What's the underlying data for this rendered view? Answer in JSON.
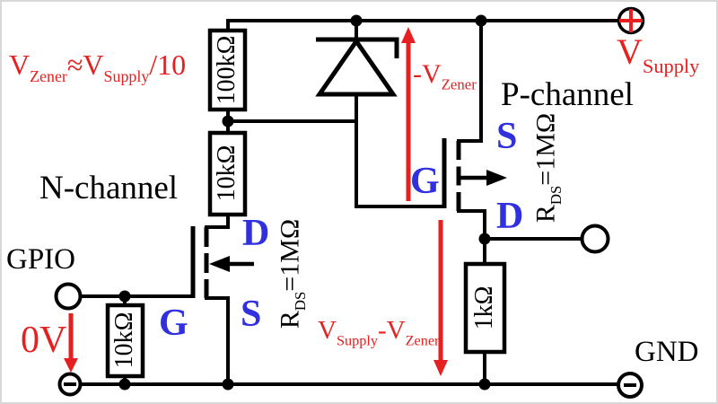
{
  "diagram": {
    "type": "circuit-schematic",
    "colors": {
      "wire": "#000000",
      "annotation_red": "#e62020",
      "pin_blue": "#3030df",
      "background": "#ffffff"
    },
    "labels": {
      "formula": {
        "v1": "V",
        "sub1": "Zener",
        "approx": "≈",
        "v2": "V",
        "sub2": "Supply",
        "denominator": "/10"
      },
      "n_channel": "N-channel",
      "p_channel": "P-channel",
      "gpio": "GPIO",
      "gnd": "GND",
      "zero_volts": "0V",
      "v_supply": {
        "main": "V",
        "sub": "Supply"
      },
      "neg_v_zener": {
        "main": "-V",
        "sub": "Zener"
      },
      "v_drop": {
        "v1": "V",
        "sub1": "Supply",
        "minus": "-V",
        "sub2": "Zener"
      },
      "rds_n": {
        "r": "R",
        "sub": "DS",
        "value": "=1MΩ"
      },
      "rds_p": {
        "r": "R",
        "sub": "DS",
        "value": "=1MΩ"
      }
    },
    "components": {
      "r_top": "100kΩ",
      "r_divider": "10kΩ",
      "r_pulldown": "10kΩ",
      "r_output": "1kΩ",
      "nmos_pins": {
        "d": "D",
        "g": "G",
        "s": "S"
      },
      "pmos_pins": {
        "s": "S",
        "g": "G",
        "d": "D"
      }
    }
  }
}
